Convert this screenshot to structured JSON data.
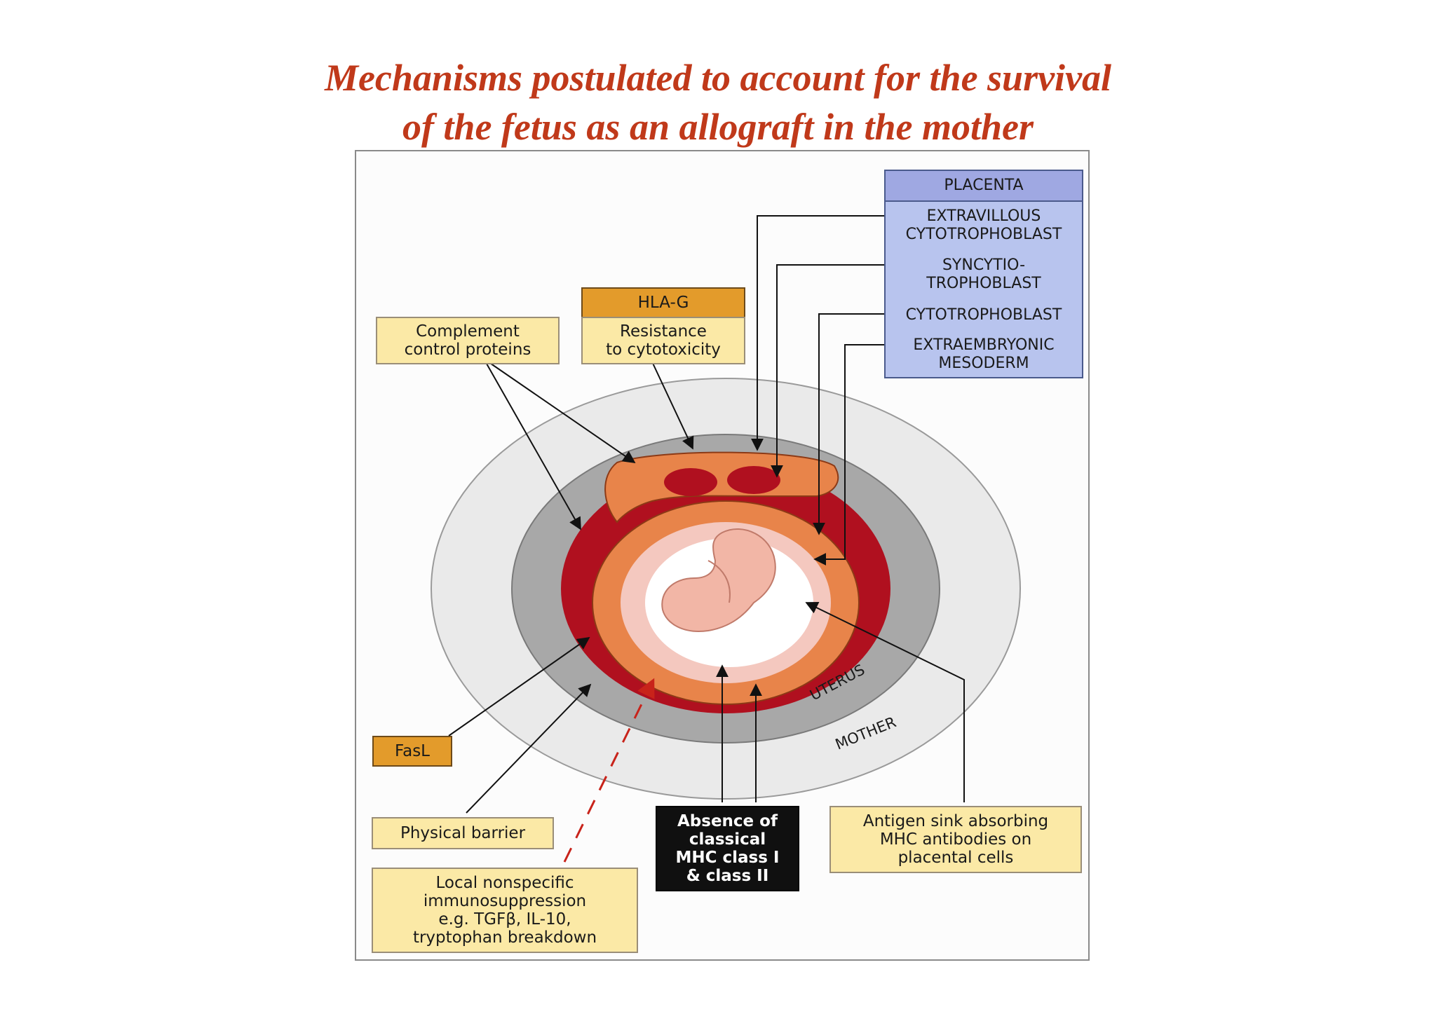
{
  "title": {
    "line1": "Mechanisms postulated to account for the survival",
    "line2": "of the fetus as an allograft in the mother"
  },
  "placenta": {
    "header": "PLACENTA",
    "layers": [
      [
        "EXTRAVILLOUS",
        "CYTOTROPHOBLAST"
      ],
      [
        "SYNCYTIO-",
        "TROPHOBLAST"
      ],
      [
        "CYTOTROPHOBLAST"
      ],
      [
        "EXTRAEMBRYONIC",
        "MESODERM"
      ]
    ]
  },
  "labels": {
    "hla_g": "HLA-G",
    "resistance": [
      "Resistance",
      "to cytotoxicity"
    ],
    "complement": [
      "Complement",
      "control proteins"
    ],
    "fasl": "FasL",
    "physical_barrier": "Physical barrier",
    "local_immuno": [
      "Local nonspecific",
      "immunosuppression",
      "e.g. TGFβ, IL-10,",
      "tryptophan breakdown"
    ],
    "absence_mhc": [
      "Absence of",
      "classical",
      "MHC class I",
      "& class II"
    ],
    "antigen_sink": [
      "Antigen sink absorbing",
      "MHC antibodies on",
      "placental cells"
    ],
    "uterus": "UTERUS",
    "mother": "MOTHER"
  },
  "colors": {
    "title": "#c0391a",
    "box_fill": "#fbe9a6",
    "orange_box": "#e39b2b",
    "placenta_box": "#b8c4ee",
    "outer_ring": "#e8e8e8",
    "uterus_ring": "#a9a9a9",
    "cytotrophoblast_red": "#b0101f",
    "syncytio_orange": "#e8844a",
    "amnion_pink": "#f4c8bf",
    "fetus": "#f2b6a6",
    "dashed_arrow": "#c8231a"
  }
}
